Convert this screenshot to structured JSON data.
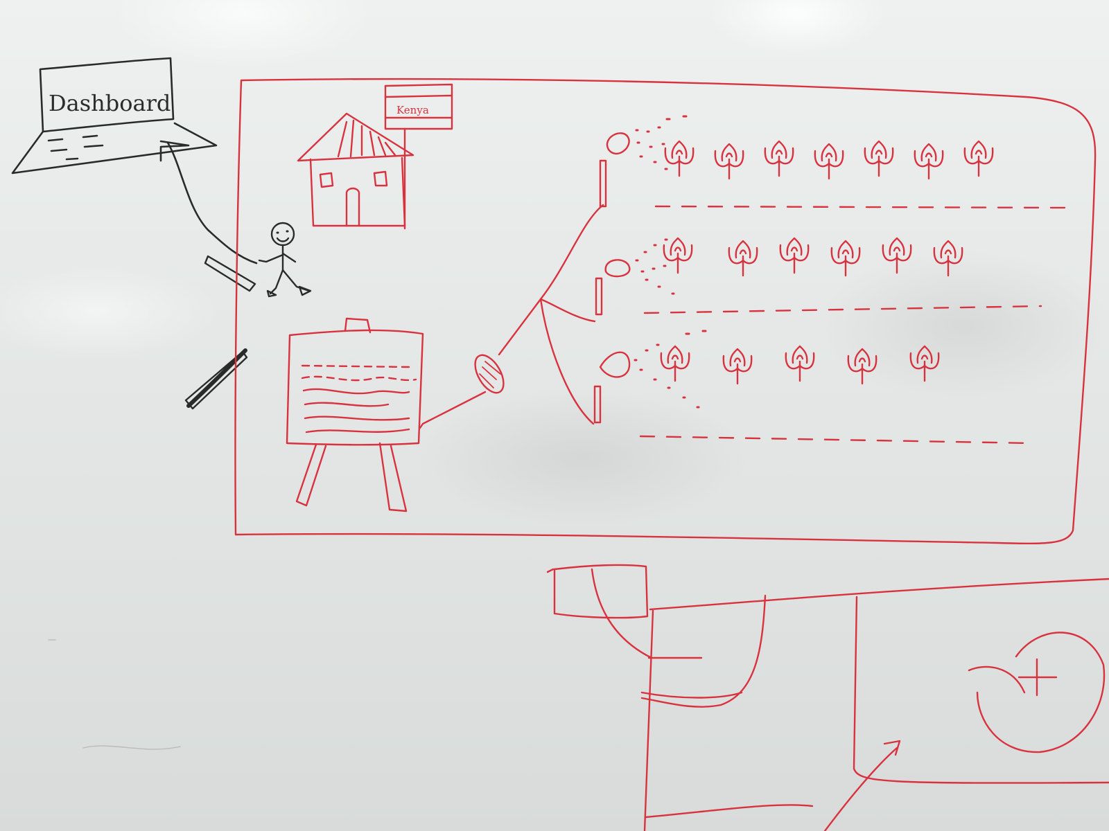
{
  "laptop": {
    "screen_label": "Dashboard"
  },
  "flag": {
    "label": "Kenya"
  },
  "colors": {
    "board": "#e6e9e8",
    "red_marker": "#d9323f",
    "black_marker": "#2a2a2a"
  },
  "scene": {
    "plant_rows": [
      7,
      6,
      5
    ],
    "elements": [
      "laptop-icon",
      "house-icon",
      "kenya-flag-icon",
      "stick-person-icon",
      "notice-board-icon",
      "microphone-icon",
      "sprinkler-icon",
      "plant-icon"
    ]
  }
}
